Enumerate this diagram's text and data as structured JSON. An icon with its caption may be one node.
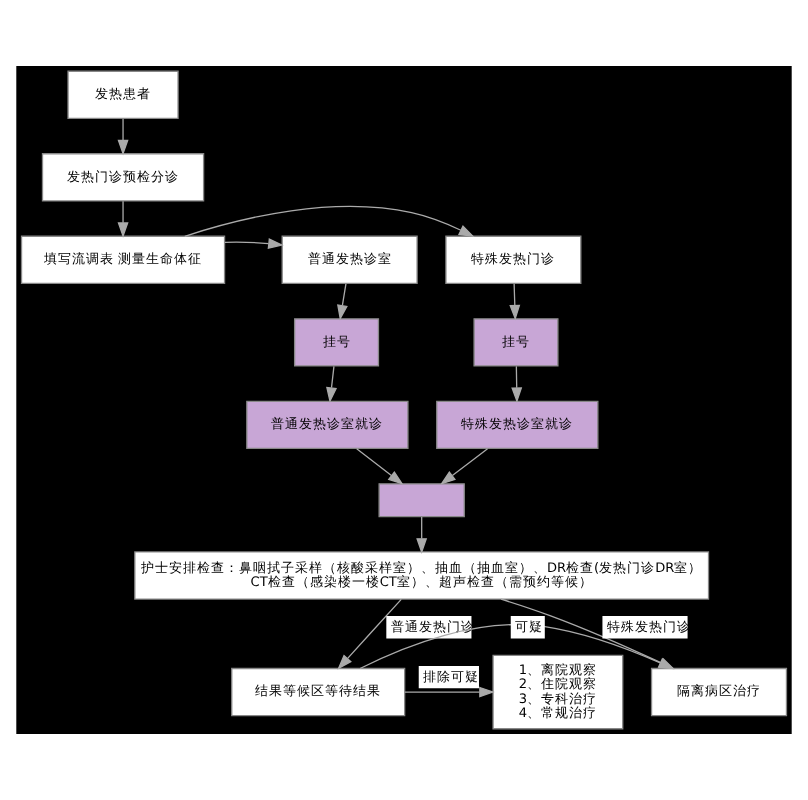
{
  "diagram": {
    "nodes": [
      {
        "text": [
          "发热患者"
        ]
      },
      {
        "text": [
          "发热门诊预检分诊"
        ]
      },
      {
        "text": [
          "填写流调表 测量生命体征"
        ]
      },
      {
        "text": [
          "特殊发热门诊"
        ]
      },
      {
        "text": [
          "普通发热诊室"
        ]
      },
      {
        "text": [
          "挂号"
        ]
      },
      {
        "text": [
          "挂号"
        ]
      },
      {
        "text": [
          "特殊发热诊室就诊"
        ]
      },
      {
        "text": [
          "普通发热诊室就诊"
        ]
      },
      {
        "text": [],
        "shape": "box"
      },
      {
        "text": [
          "护士安排检查：鼻咽拭子采样（核酸采样室）、抽血（抽血室）、DR检查(发热门诊DR室） CT检查（感染楼一楼CT室）、超声检查（需预约等候）"
        ]
      },
      {
        "text": [
          "结果等候区等待结果"
        ]
      },
      {
        "text": [
          "1、离院观察 2、住院观察 3、专科治疗 4、常规治疗"
        ]
      },
      {
        "text": [
          "隔离病区治疗"
        ]
      }
    ],
    "edges": [
      {
        "from": 0,
        "to": 1,
        "arrow": "to"
      },
      {
        "from": 1,
        "to": 2,
        "arrow": "to"
      },
      {
        "from": 2,
        "to": 3,
        "arrow": "to"
      },
      {
        "from": 2,
        "to": 4,
        "arrow": "to"
      },
      {
        "from": 3,
        "to": 5,
        "arrow": "to"
      },
      {
        "from": 4,
        "to": 6,
        "arrow": "to"
      },
      {
        "from": 5,
        "to": 7,
        "arrow": "to"
      },
      {
        "from": 6,
        "to": 8,
        "arrow": "to"
      },
      {
        "from": 7,
        "to": 9,
        "arrow": "to"
      },
      {
        "from": 8,
        "to": 9,
        "arrow": "to"
      },
      {
        "from": 9,
        "to": 10,
        "arrow": "to"
      },
      {
        "from": 10,
        "to": 11,
        "label": "普通发热门诊",
        "arrow": "to"
      },
      {
        "from": 10,
        "to": 13,
        "label": "特殊发热门诊",
        "arrow": "to"
      },
      {
        "from": 11,
        "to": 13,
        "label": "可疑",
        "arrow": "to"
      },
      {
        "from": 11,
        "to": 12,
        "label": "排除可疑",
        "arrow": "to"
      }
    ]
  }
}
